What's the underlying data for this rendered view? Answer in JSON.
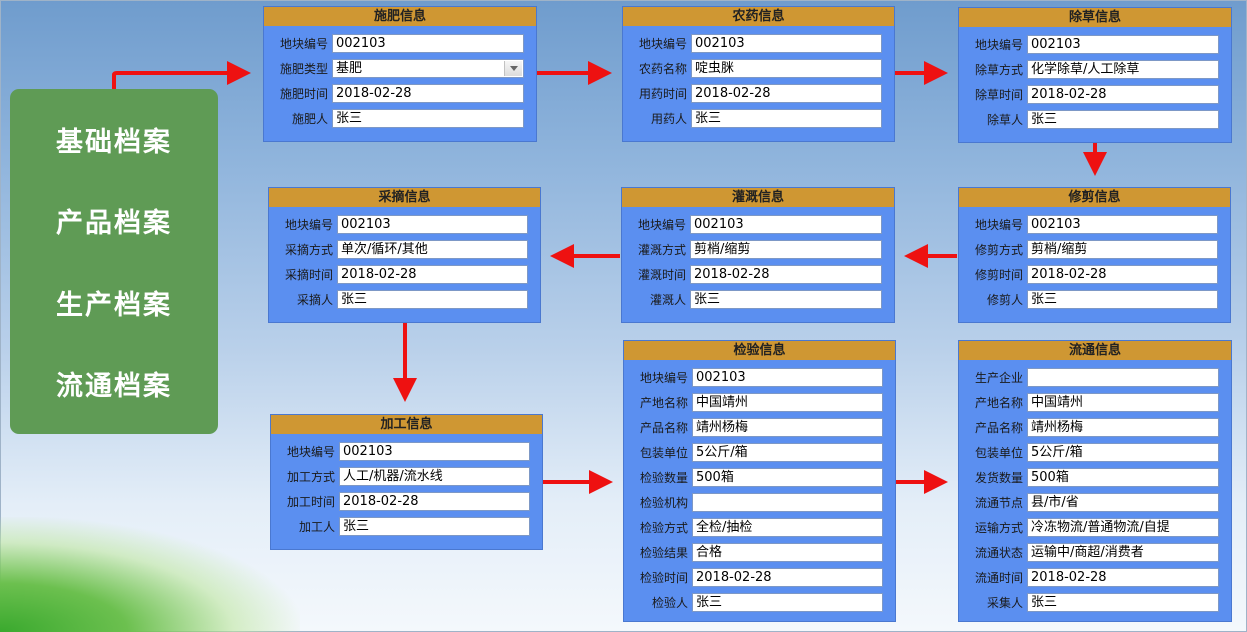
{
  "sidebar": {
    "items": [
      "基础档案",
      "产品档案",
      "生产档案",
      "流通档案"
    ]
  },
  "panels": {
    "fertilize": {
      "title": "施肥信息",
      "fields": [
        {
          "label": "地块编号",
          "value": "002103"
        },
        {
          "label": "施肥类型",
          "value": "基肥"
        },
        {
          "label": "施肥时间",
          "value": "2018-02-28"
        },
        {
          "label": "施肥人",
          "value": "张三"
        }
      ]
    },
    "pesticide": {
      "title": "农药信息",
      "fields": [
        {
          "label": "地块编号",
          "value": "002103"
        },
        {
          "label": "农药名称",
          "value": "啶虫脒"
        },
        {
          "label": "用药时间",
          "value": "2018-02-28"
        },
        {
          "label": "用药人",
          "value": "张三"
        }
      ]
    },
    "weeding": {
      "title": "除草信息",
      "fields": [
        {
          "label": "地块编号",
          "value": "002103"
        },
        {
          "label": "除草方式",
          "value": "化学除草/人工除草"
        },
        {
          "label": "除草时间",
          "value": "2018-02-28"
        },
        {
          "label": "除草人",
          "value": "张三"
        }
      ]
    },
    "picking": {
      "title": "采摘信息",
      "fields": [
        {
          "label": "地块编号",
          "value": "002103"
        },
        {
          "label": "采摘方式",
          "value": "单次/循环/其他"
        },
        {
          "label": "采摘时间",
          "value": "2018-02-28"
        },
        {
          "label": "采摘人",
          "value": "张三"
        }
      ]
    },
    "irrigation": {
      "title": "灌溉信息",
      "fields": [
        {
          "label": "地块编号",
          "value": "002103"
        },
        {
          "label": "灌溉方式",
          "value": "剪梢/缩剪"
        },
        {
          "label": "灌溉时间",
          "value": "2018-02-28"
        },
        {
          "label": "灌溉人",
          "value": "张三"
        }
      ]
    },
    "pruning": {
      "title": "修剪信息",
      "fields": [
        {
          "label": "地块编号",
          "value": "002103"
        },
        {
          "label": "修剪方式",
          "value": "剪梢/缩剪"
        },
        {
          "label": "修剪时间",
          "value": "2018-02-28"
        },
        {
          "label": "修剪人",
          "value": "张三"
        }
      ]
    },
    "processing": {
      "title": "加工信息",
      "fields": [
        {
          "label": "地块编号",
          "value": "002103"
        },
        {
          "label": "加工方式",
          "value": "人工/机器/流水线"
        },
        {
          "label": "加工时间",
          "value": "2018-02-28"
        },
        {
          "label": "加工人",
          "value": "张三"
        }
      ]
    },
    "inspection": {
      "title": "检验信息",
      "fields": [
        {
          "label": "地块编号",
          "value": "002103"
        },
        {
          "label": "产地名称",
          "value": "中国靖州"
        },
        {
          "label": "产品名称",
          "value": "靖州杨梅"
        },
        {
          "label": "包装单位",
          "value": "5公斤/箱"
        },
        {
          "label": "检验数量",
          "value": "500箱"
        },
        {
          "label": "检验机构",
          "value": ""
        },
        {
          "label": "检验方式",
          "value": "全检/抽检"
        },
        {
          "label": "检验结果",
          "value": "合格"
        },
        {
          "label": "检验时间",
          "value": "2018-02-28"
        },
        {
          "label": "检验人",
          "value": "张三"
        }
      ]
    },
    "circulation": {
      "title": "流通信息",
      "fields": [
        {
          "label": "生产企业",
          "value": ""
        },
        {
          "label": "产地名称",
          "value": "中国靖州"
        },
        {
          "label": "产品名称",
          "value": "靖州杨梅"
        },
        {
          "label": "包装单位",
          "value": "5公斤/箱"
        },
        {
          "label": "发货数量",
          "value": "500箱"
        },
        {
          "label": "流通节点",
          "value": "县/市/省"
        },
        {
          "label": "运输方式",
          "value": "冷冻物流/普通物流/自提"
        },
        {
          "label": "流通状态",
          "value": "运输中/商超/消费者"
        },
        {
          "label": "流通时间",
          "value": "2018-02-28"
        },
        {
          "label": "采集人",
          "value": "张三"
        }
      ]
    }
  },
  "colors": {
    "arrow": "#ee1111",
    "panel_bg": "#5b8ff0",
    "panel_header": "#cf9733",
    "sidebar_bg": "#5f9b55"
  }
}
